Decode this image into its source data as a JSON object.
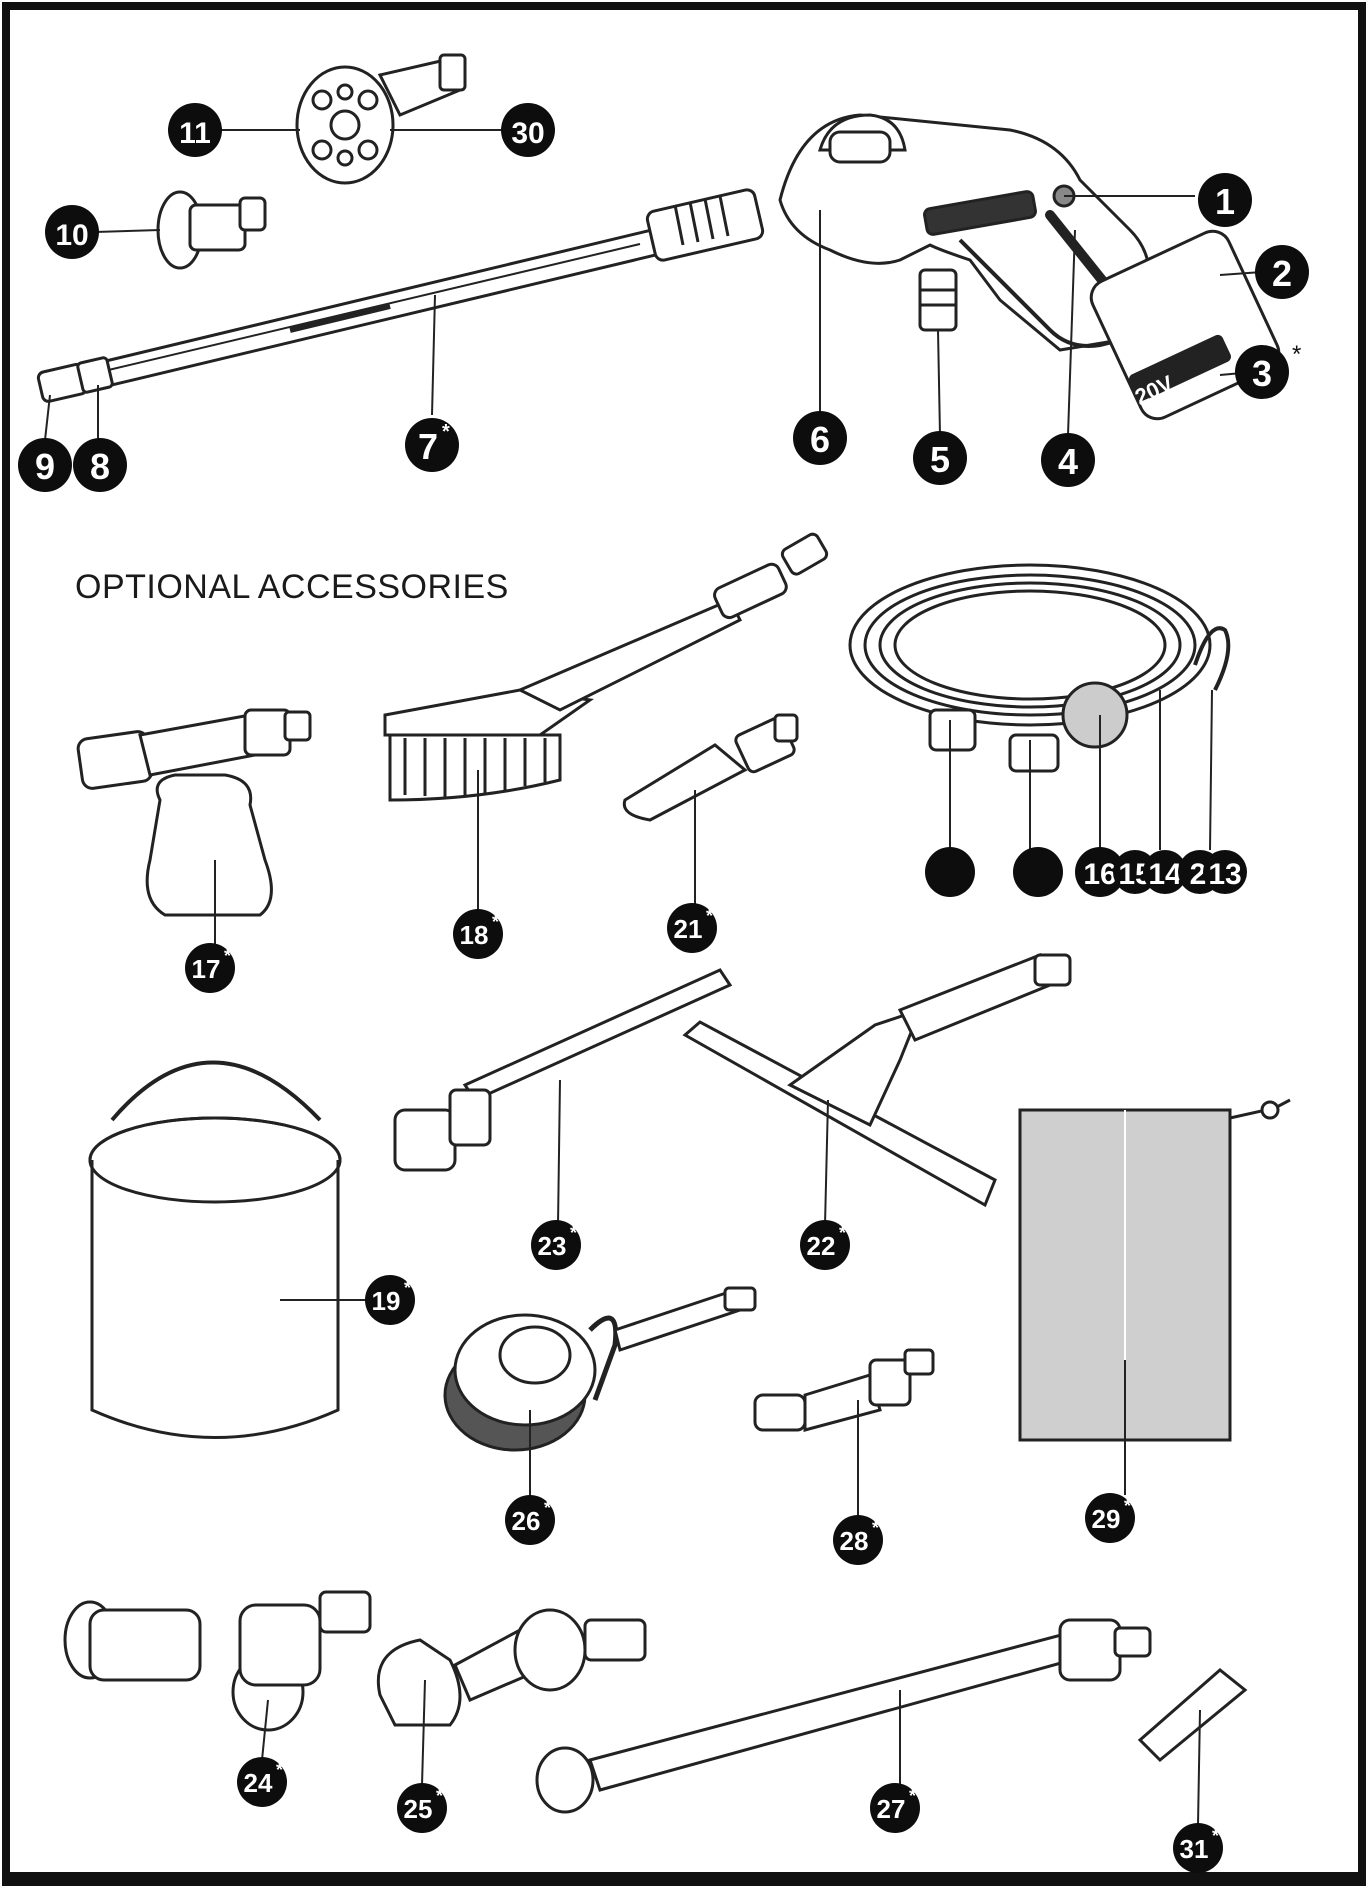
{
  "heading": "OPTIONAL ACCESSORIES",
  "colors": {
    "ink": "#111111",
    "badge": "#0d0d0d",
    "line": "#222222",
    "bag_fill": "#cfcfcf",
    "paper": "#ffffff"
  },
  "badges": {
    "b1": "1",
    "b2": "2",
    "b3": "3",
    "b4": "4",
    "b5": "5",
    "b6": "6",
    "b7": "7",
    "b8": "8",
    "b9": "9",
    "b10": "10",
    "b11": "11",
    "b30": "30",
    "b16": "16",
    "b15": "15",
    "b14": "14",
    "b2h": "2",
    "b13": "13",
    "b17": "17",
    "b18": "18",
    "b19": "19",
    "b21": "21",
    "b22": "22",
    "b23": "23",
    "b24": "24",
    "b25": "25",
    "b26": "26",
    "b27": "27",
    "b28": "28",
    "b29": "29",
    "b31": "31"
  },
  "asterisk": "*",
  "battery_label": "20V"
}
